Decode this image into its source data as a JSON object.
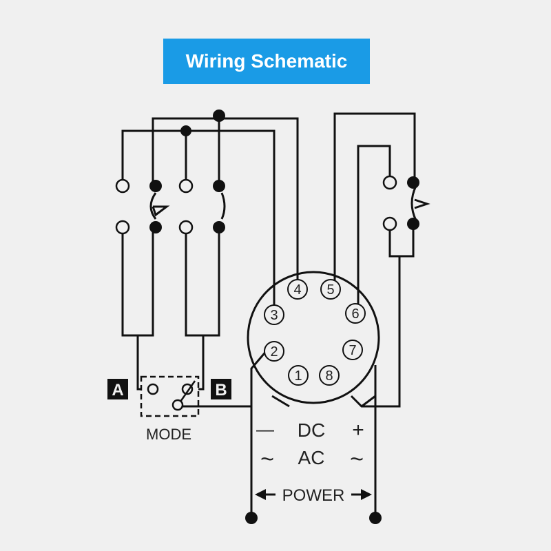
{
  "title": "Wiring Schematic",
  "pins": [
    "1",
    "2",
    "3",
    "4",
    "5",
    "6",
    "7",
    "8"
  ],
  "mode": {
    "label": "MODE",
    "terminal_a": "A",
    "terminal_b": "B"
  },
  "power": {
    "minus_symbol": "—",
    "plus_symbol": "+",
    "dc_label": "DC",
    "ac_label": "AC",
    "tilde_left": "~",
    "tilde_right": "~",
    "label": "POWER"
  },
  "colors": {
    "banner": "#1a9be6",
    "background": "#f0f0f0",
    "line": "#111111"
  }
}
